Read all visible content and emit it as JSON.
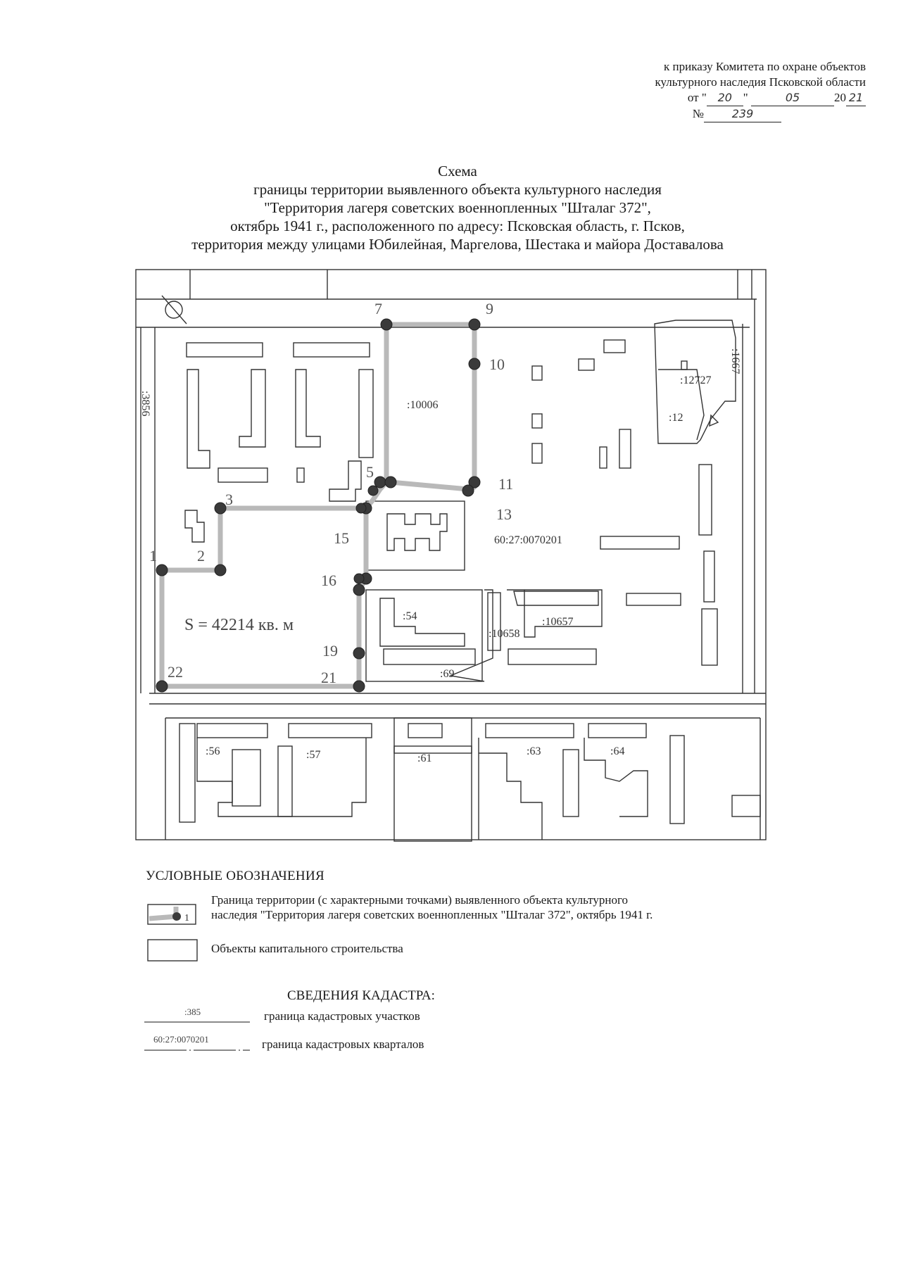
{
  "header": {
    "line1": "к приказу Комитета по охране объектов",
    "line2": "культурного наследия Псковской области",
    "date_prefix": "от \"",
    "date_day": "20",
    "date_mid": "\"",
    "date_month": "05",
    "date_year_prefix": "20",
    "date_year_suffix": "21",
    "number_prefix": "№",
    "number": "239"
  },
  "title": {
    "line1": "Схема",
    "line2": "границы территории выявленного объекта культурного наследия",
    "line3": "\"Территория лагеря советских военнопленных \"Шталаг 372\",",
    "line4": "октябрь 1941 г., расположенного по адресу: Псковская область, г. Псков,",
    "line5": "территория между улицами Юбилейная, Маргелова, Шестака и майора Доставалова"
  },
  "map": {
    "boundary_color": "#b9b9b9",
    "point_color": "#3a3a3a",
    "area_label": "S = 42214 кв. м",
    "quarter_label": "60:27:0070201",
    "parcels": {
      "p10006": ":10006",
      "p12727": ":12727",
      "p12": ":12",
      "p1667": ":1667",
      "p3856": ":3856",
      "p54": ":54",
      "p69": ":69",
      "p10658": ":10658",
      "p10657": ":10657",
      "p56": ":56",
      "p57": ":57",
      "p61": ":61",
      "p63": ":63",
      "p64": ":64"
    },
    "points": {
      "n1": "1",
      "n2": "2",
      "n3": "3",
      "n5": "5",
      "n7": "7",
      "n9": "9",
      "n10": "10",
      "n11": "11",
      "n13": "13",
      "n15": "15",
      "n16": "16",
      "n19": "19",
      "n21": "21",
      "n22": "22"
    }
  },
  "legend": {
    "title": "УСЛОВНЫЕ ОБОЗНАЧЕНИЯ",
    "boundary_text_1": "Граница территории (с характерными точками)  выявленного объекта культурного",
    "boundary_text_2": "наследия \"Территория лагеря советских военнопленных \"Шталаг 372\", октябрь 1941 г.",
    "sample_point": "1",
    "buildings_text": "Объекты капитального строительства"
  },
  "cadastre": {
    "title": "СВЕДЕНИЯ КАДАСТРА:",
    "parcel_sample": ":385",
    "parcel_text": "граница кадастровых участков",
    "quarter_sample": "60:27:0070201",
    "quarter_text": "граница кадастровых кварталов"
  }
}
